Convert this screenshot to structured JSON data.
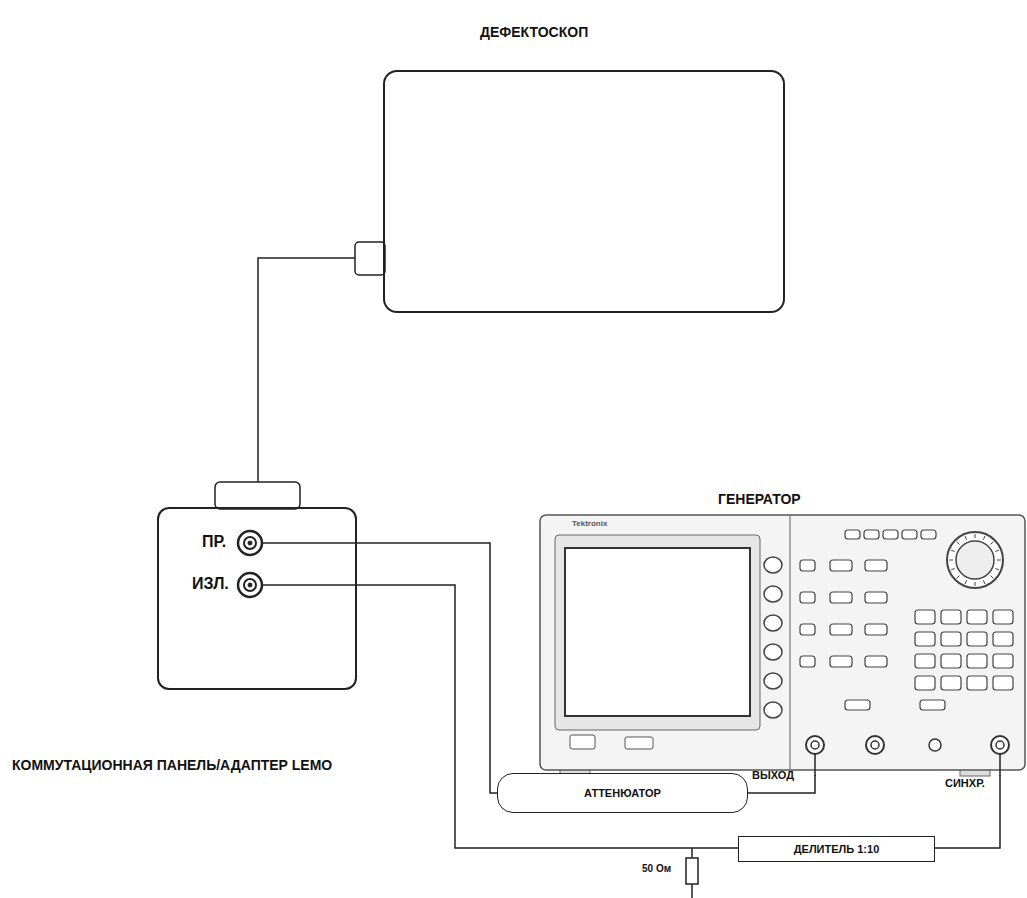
{
  "diagram": {
    "nodes": [
      {
        "text": [
          "ДЕФЕКТОСКОП"
        ]
      },
      {
        "text": [
          "КОММУТАЦИОННАЯ ПАНЕЛЬ/АДАПТЕР LEMO"
        ]
      },
      {
        "text": [
          "ГЕНЕРАТОР"
        ]
      },
      {
        "text": [
          "АТТЕНЮАТОР"
        ]
      },
      {
        "text": [
          "ДЕЛИТЕЛЬ 1:10"
        ]
      }
    ],
    "edges": [
      {
        "from": 0,
        "to": 1,
        "arrow": "none"
      },
      {
        "from": 1,
        "to": 3,
        "arrow": "none"
      },
      {
        "from": 3,
        "to": 2,
        "arrow": "none"
      },
      {
        "from": 1,
        "to": 4,
        "arrow": "none"
      },
      {
        "from": 4,
        "to": 2,
        "arrow": "none"
      }
    ],
    "labels": [
      "ПР.",
      "ИЗЛ.",
      "ВЫХОД",
      "СИНХР.",
      "50 Ом",
      "Tektronix"
    ]
  }
}
